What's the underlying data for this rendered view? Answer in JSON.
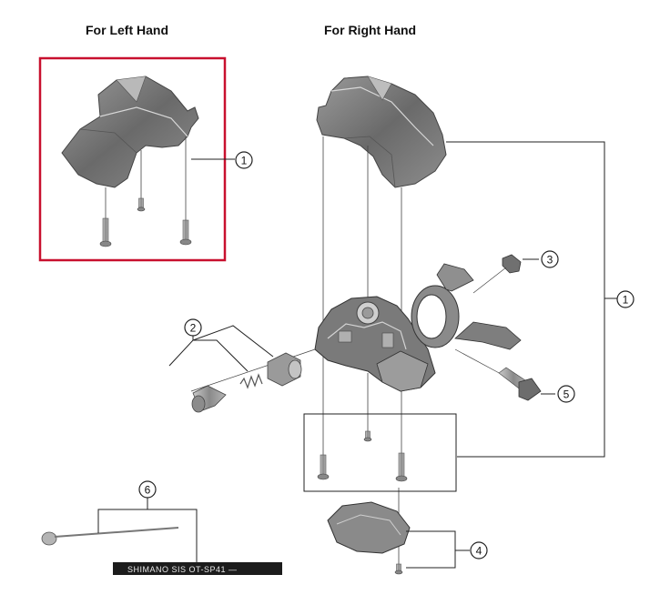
{
  "headings": {
    "left_hand": "For Left Hand",
    "right_hand": "For Right Hand"
  },
  "callouts": {
    "c1_left": "1",
    "c1_right": "1",
    "c2": "2",
    "c3": "3",
    "c4": "4",
    "c5": "5",
    "c6": "6"
  },
  "cable_print": "SHIMANO SIS  OT-SP41 —",
  "colors": {
    "highlight_box": "#c8102e",
    "part_dark": "#6e6e6e",
    "part_light": "#a8a8a8",
    "line": "#222222"
  }
}
